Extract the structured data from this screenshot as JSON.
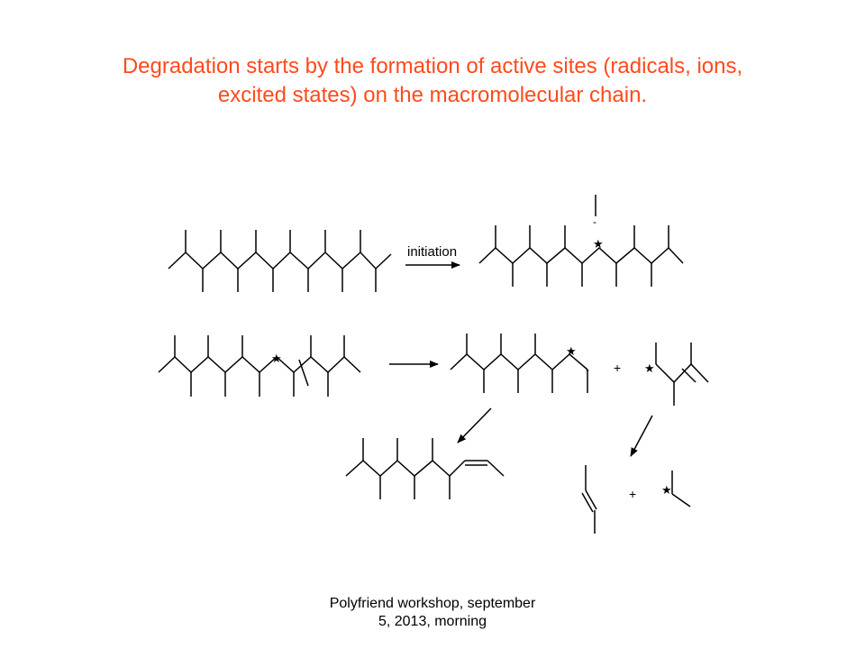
{
  "slide": {
    "title_line1": "Degradation starts by the formation of active sites (radicals, ions,",
    "title_line2": "excited states) on the macromolecular chain.",
    "footer_line1": "Polyfriend workshop, september",
    "footer_line2": "5, 2013, morning"
  },
  "scheme": {
    "initiation_label": "initiation",
    "plus_sign": "+",
    "minus_sign": "-",
    "radical_symbol": "★"
  },
  "colors": {
    "title": "#ff4a1c",
    "text": "#000000"
  }
}
